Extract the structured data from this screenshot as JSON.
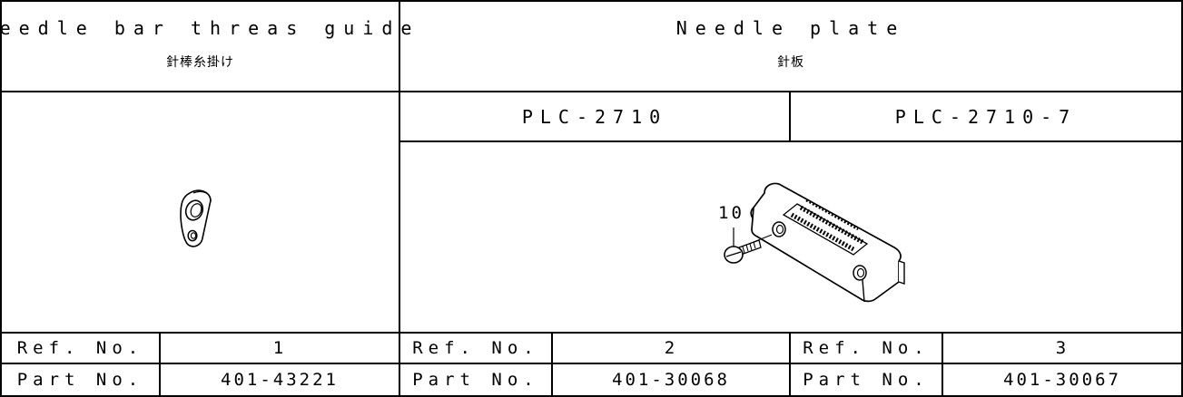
{
  "left_section": {
    "title": "Needle bar threas guide",
    "subtitle": "針棒糸掛け"
  },
  "right_section": {
    "title": "Needle plate",
    "subtitle": "針板",
    "models": [
      "PLC-2710",
      "PLC-2710-7"
    ]
  },
  "callout": {
    "label": "10"
  },
  "parts_table": {
    "ref_label": "Ref. No.",
    "part_label": "Part No.",
    "columns": [
      {
        "ref_no": "1",
        "part_no": "401-43221"
      },
      {
        "ref_no": "2",
        "part_no": "401-30068"
      },
      {
        "ref_no": "3",
        "part_no": "401-30067"
      }
    ]
  }
}
